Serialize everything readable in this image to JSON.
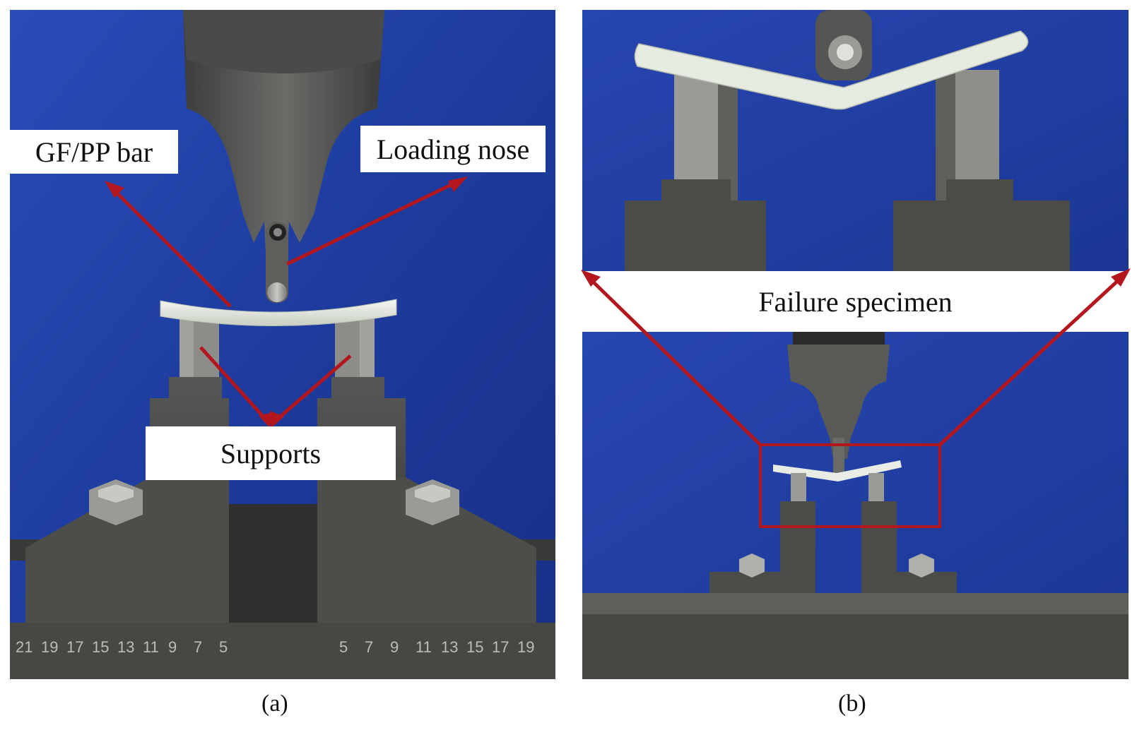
{
  "panel_a": {
    "caption": "(a)",
    "labels": {
      "bar": "GF/PP bar",
      "nose": "Loading nose",
      "supports": "Supports"
    },
    "scale_marks": [
      "21",
      "19",
      "17",
      "15",
      "13",
      "11",
      "9",
      "7",
      "5",
      "5",
      "7",
      "9",
      "11",
      "13",
      "15",
      "17",
      "19"
    ]
  },
  "panel_b": {
    "caption": "(b)",
    "labels": {
      "failure": "Failure specimen"
    }
  },
  "colors": {
    "background_blue": "#1f3fa6",
    "steel": "#5a5a5a",
    "specimen": "#e8ece4",
    "arrow_red": "#b3171d"
  }
}
